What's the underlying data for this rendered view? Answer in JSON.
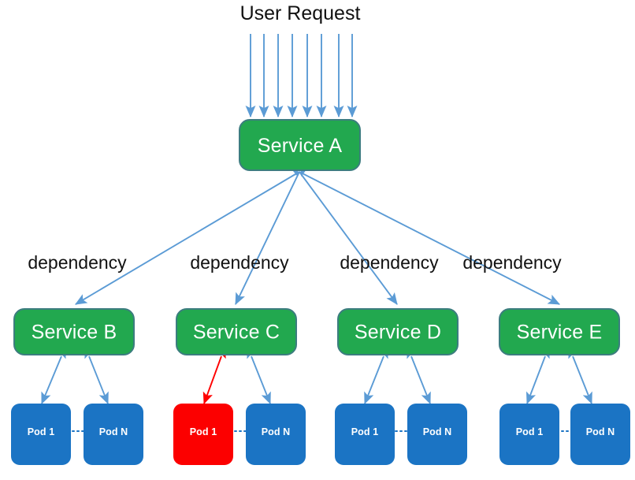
{
  "diagram": {
    "title": "User Request",
    "colors": {
      "service_fill": "#22A84F",
      "service_stroke": "#3C7D7F",
      "pod_fill": "#1B74C4",
      "pod_failed_fill": "#FC0000",
      "arrow_blue": "#5B9BD5",
      "arrow_red": "#FF0000",
      "text_dark": "#111111",
      "text_light": "#FFFFFF",
      "background": "#FFFFFF"
    },
    "ingress": {
      "label": "User Request",
      "arrow_count": 8,
      "target": "Service A"
    },
    "root_service": {
      "id": "service-a",
      "label": "Service A"
    },
    "dependency_labels": [
      "dependency",
      "dependency",
      "dependency",
      "dependency"
    ],
    "services": [
      {
        "id": "service-b",
        "label": "Service B",
        "pods": [
          {
            "id": "service-b-pod-1",
            "label": "Pod 1",
            "state": "healthy"
          },
          {
            "id": "service-b-pod-n",
            "label": "Pod N",
            "state": "healthy"
          }
        ]
      },
      {
        "id": "service-c",
        "label": "Service C",
        "pods": [
          {
            "id": "service-c-pod-1",
            "label": "Pod 1",
            "state": "failed"
          },
          {
            "id": "service-c-pod-n",
            "label": "Pod N",
            "state": "healthy"
          }
        ]
      },
      {
        "id": "service-d",
        "label": "Service D",
        "pods": [
          {
            "id": "service-d-pod-1",
            "label": "Pod 1",
            "state": "healthy"
          },
          {
            "id": "service-d-pod-n",
            "label": "Pod N",
            "state": "healthy"
          }
        ]
      },
      {
        "id": "service-e",
        "label": "Service E",
        "pods": [
          {
            "id": "service-e-pod-1",
            "label": "Pod 1",
            "state": "healthy"
          },
          {
            "id": "service-e-pod-n",
            "label": "Pod N",
            "state": "healthy"
          }
        ]
      }
    ]
  }
}
